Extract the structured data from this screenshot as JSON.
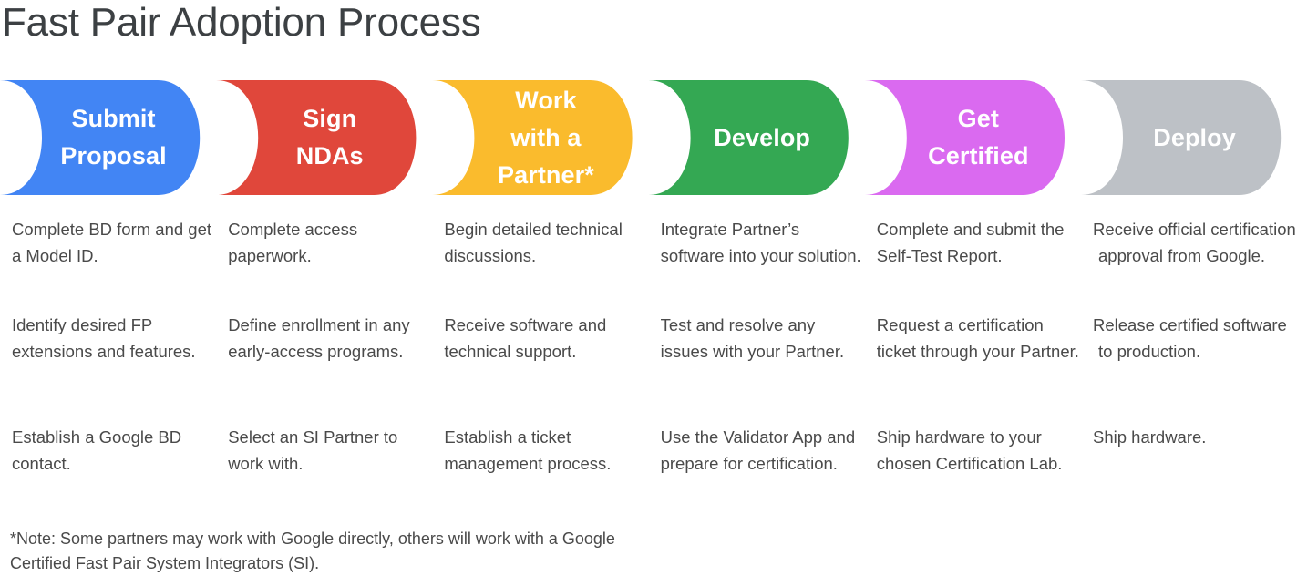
{
  "page": {
    "title": "Fast Pair Adoption Process",
    "background_color": "#ffffff",
    "text_color": "#4a4a4a",
    "title_color": "#3c4043"
  },
  "process": {
    "steps": [
      {
        "label": "Submit\nProposal",
        "color": "#4285F4",
        "label_color": "#ffffff"
      },
      {
        "label": "Sign\nNDAs",
        "color": "#E0473B",
        "label_color": "#ffffff"
      },
      {
        "label": "Work\nwith a\nPartner*",
        "color": "#FABB2D",
        "label_color": "#ffffff"
      },
      {
        "label": "Develop",
        "color": "#34A853",
        "label_color": "#ffffff"
      },
      {
        "label": "Get\nCertified",
        "color": "#DA6AF0",
        "label_color": "#ffffff"
      },
      {
        "label": "Deploy",
        "color": "#BDC1C6",
        "label_color": "#ffffff"
      }
    ]
  },
  "details": {
    "columns": [
      {
        "step": "Submit Proposal",
        "items": [
          "Complete BD form and get a Model ID.",
          "Identify desired FP extensions and features.",
          "Establish a Google BD contact."
        ]
      },
      {
        "step": "Sign NDAs",
        "items": [
          "Complete access paperwork.",
          "Define enrollment in any early-access programs.",
          "Select an SI Partner to work with."
        ]
      },
      {
        "step": "Work with a Partner*",
        "items": [
          "Begin detailed technical discussions.",
          "Receive software and technical support.",
          "Establish a ticket management process."
        ]
      },
      {
        "step": "Develop",
        "items": [
          "Integrate Partner’s software into your solution.",
          "Test and resolve any issues with your Partner.",
          "Use the Validator App and prepare for certification."
        ]
      },
      {
        "step": "Get Certified",
        "items": [
          "Complete and submit the Self-Test Report.",
          "Request a certification ticket through your Partner.",
          "Ship hardware to your chosen Certification Lab."
        ]
      },
      {
        "step": "Deploy",
        "items": [
          "Receive official certification approval from Google.",
          "Release certified software to production.",
          "Ship hardware."
        ]
      }
    ]
  },
  "footnote": {
    "text": "*Note: Some partners may work with Google directly, others will work with a Google Certified Fast Pair System Integrators (SI)."
  }
}
